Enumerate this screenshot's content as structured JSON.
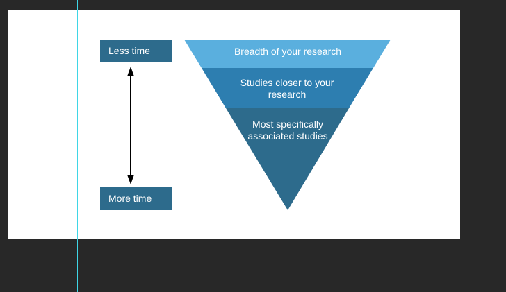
{
  "time_axis": {
    "top_label": "Less time",
    "bottom_label": "More time"
  },
  "funnel": {
    "levels": [
      {
        "label": "Breadth of your research",
        "color": "#5aafde"
      },
      {
        "label": "Studies closer to your research",
        "color": "#2d7eb0"
      },
      {
        "label": "Most specifically associated studies",
        "color": "#2d6b8c"
      }
    ]
  },
  "colors": {
    "box_fill": "#2d6b8c",
    "guide_line": "#3fd6e6",
    "canvas_background": "#282828",
    "artboard_background": "#ffffff"
  }
}
